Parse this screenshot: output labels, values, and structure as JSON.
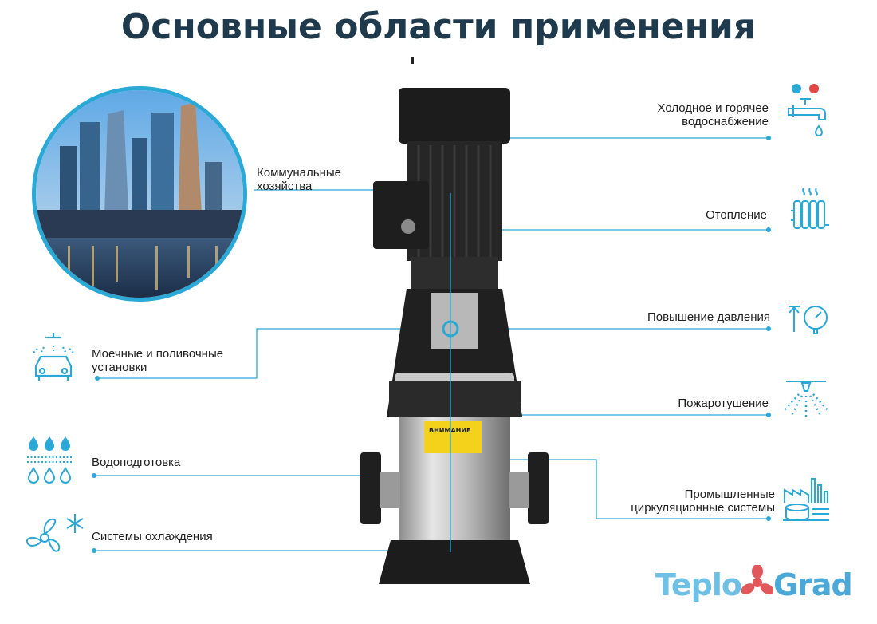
{
  "title": "Основные области применения",
  "labels": {
    "communal": [
      "Коммунальные",
      "хозяйства"
    ],
    "washing": [
      "Моечные и поливочные",
      "установки"
    ],
    "water_treatment": "Водоподготовка",
    "cooling": "Системы охлаждения",
    "hot_cold": [
      "Холодное и горячее",
      "водоснабжение"
    ],
    "heating": "Отопление",
    "pressure": "Повышение давления",
    "fire": "Пожаротушение",
    "industrial": [
      "Промышленные",
      "циркуляционные системы"
    ]
  },
  "pump_label": "ВНИМАНИЕ",
  "logo": {
    "part1": "Teplo",
    "part2": "Grad"
  },
  "colors": {
    "accent": "#2aa8d6",
    "title": "#1e3a4c",
    "hot_dot": "#e04848",
    "cold_dot": "#2aa8d6",
    "logo_red": "#e0585a"
  }
}
